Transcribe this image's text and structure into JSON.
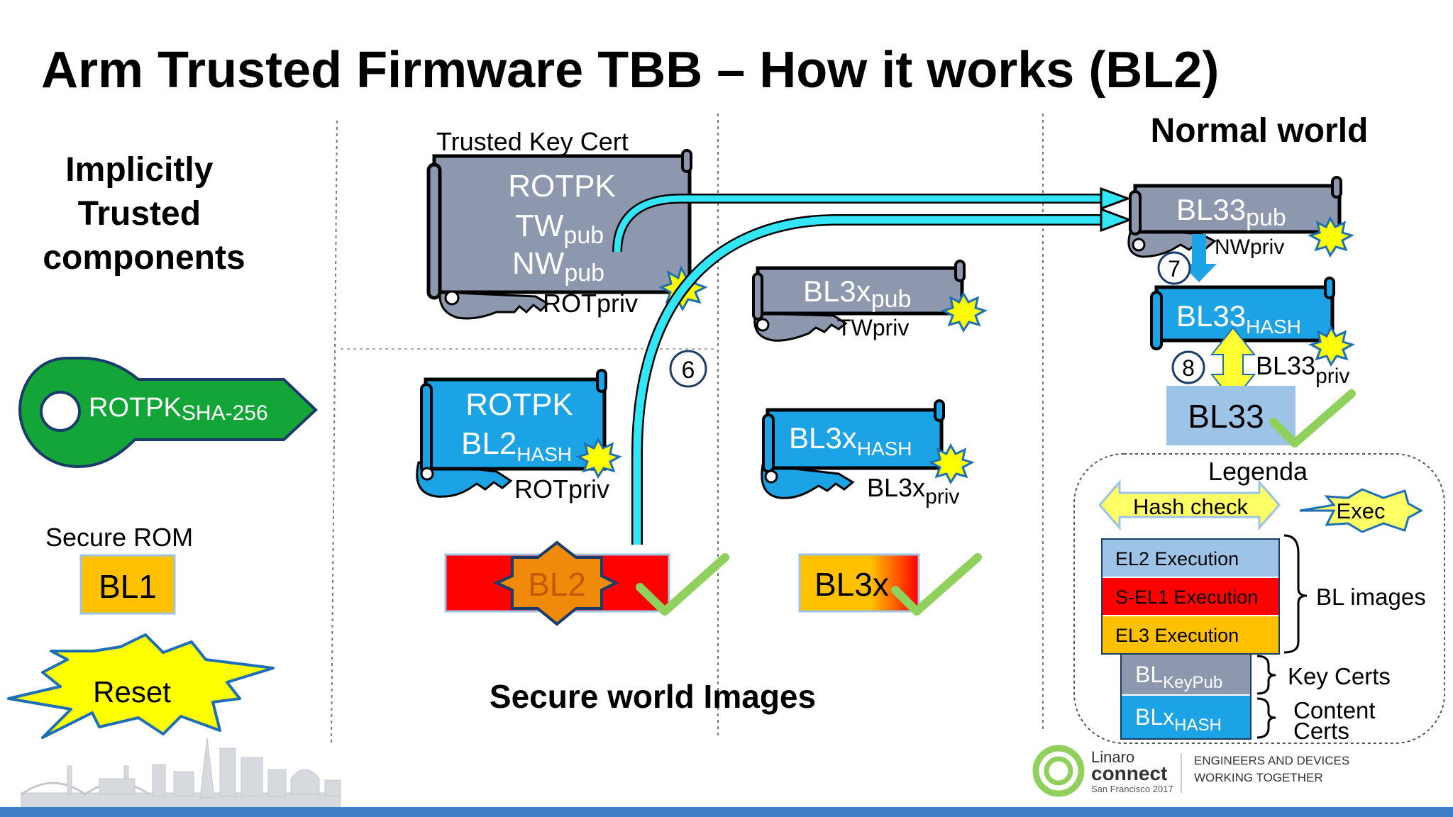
{
  "title": "Arm Trusted Firmware TBB – How it works (BL2)",
  "left": {
    "implicit_lines": [
      "Implicitly",
      "Trusted",
      "components"
    ],
    "rotpk_key": {
      "main": "ROTPK",
      "sub": "SHA-256"
    },
    "secure_rom_label": "Secure ROM",
    "bl1": "BL1",
    "reset": "Reset"
  },
  "secure_world": {
    "trusted_key_cert_label": "Trusted Key Cert",
    "tkc_lines": {
      "l1": "ROTPK",
      "l2_main": "TW",
      "l2_sub": "pub",
      "l3_main": "NW",
      "l3_sub": "pub"
    },
    "tkc_signer": "ROTpriv",
    "bl3x_key_cert": {
      "main": "BL3x",
      "sub": "pub"
    },
    "bl3x_key_signer": "TWpriv",
    "bl2_cert": {
      "l1": "ROTPK",
      "l2_main": "BL2",
      "l2_sub": "HASH"
    },
    "bl2_cert_signer": "ROTpriv",
    "bl3x_content_cert": {
      "main": "BL3x",
      "sub": "HASH"
    },
    "bl3x_content_signer": {
      "main": "BL3x",
      "sub": "priv"
    },
    "bl2": "BL2",
    "bl3x": "BL3x",
    "step6": "6",
    "footer": "Secure world Images"
  },
  "normal_world": {
    "title": "Normal world",
    "bl33_key_cert": {
      "main": "BL33",
      "sub": "pub"
    },
    "bl33_key_signer": "NWpriv",
    "step7": "7",
    "bl33_content_cert": {
      "main": "BL33",
      "sub": "HASH"
    },
    "step8": "8",
    "bl33_content_signer": {
      "main": "BL33",
      "sub": "priv"
    },
    "bl33": "BL33"
  },
  "legend": {
    "title": "Legenda",
    "hash_check": "Hash check",
    "exec": "Exec",
    "rows": [
      "EL2 Execution",
      "S-EL1 Execution",
      "EL3 Execution"
    ],
    "bl_images": "BL images",
    "keypub": {
      "main": "BL",
      "sub": "KeyPub"
    },
    "xhash": {
      "main": "BLx",
      "sub": "HASH"
    },
    "key_certs": "Key Certs",
    "content_certs_lines": [
      "Content",
      "Certs"
    ]
  },
  "footer": {
    "brand_l1": "Linaro",
    "brand_l2": "connect",
    "brand_l3": "San Francisco 2017",
    "tagline_l1": "ENGINEERS AND DEVICES",
    "tagline_l2": "WORKING TOGETHER"
  },
  "colors": {
    "gray_cert": "#8d97ad",
    "blue_cert": "#1ba3e6",
    "cyan_arrow": "#33e6f5",
    "green_key": "#13a538",
    "red": "#ff0000",
    "orange": "#ffc000",
    "light_blue": "#9dc3e6",
    "yellow": "#ffff66",
    "check_green": "#8fd15c",
    "bottom_bar": "#3d7fc9"
  }
}
